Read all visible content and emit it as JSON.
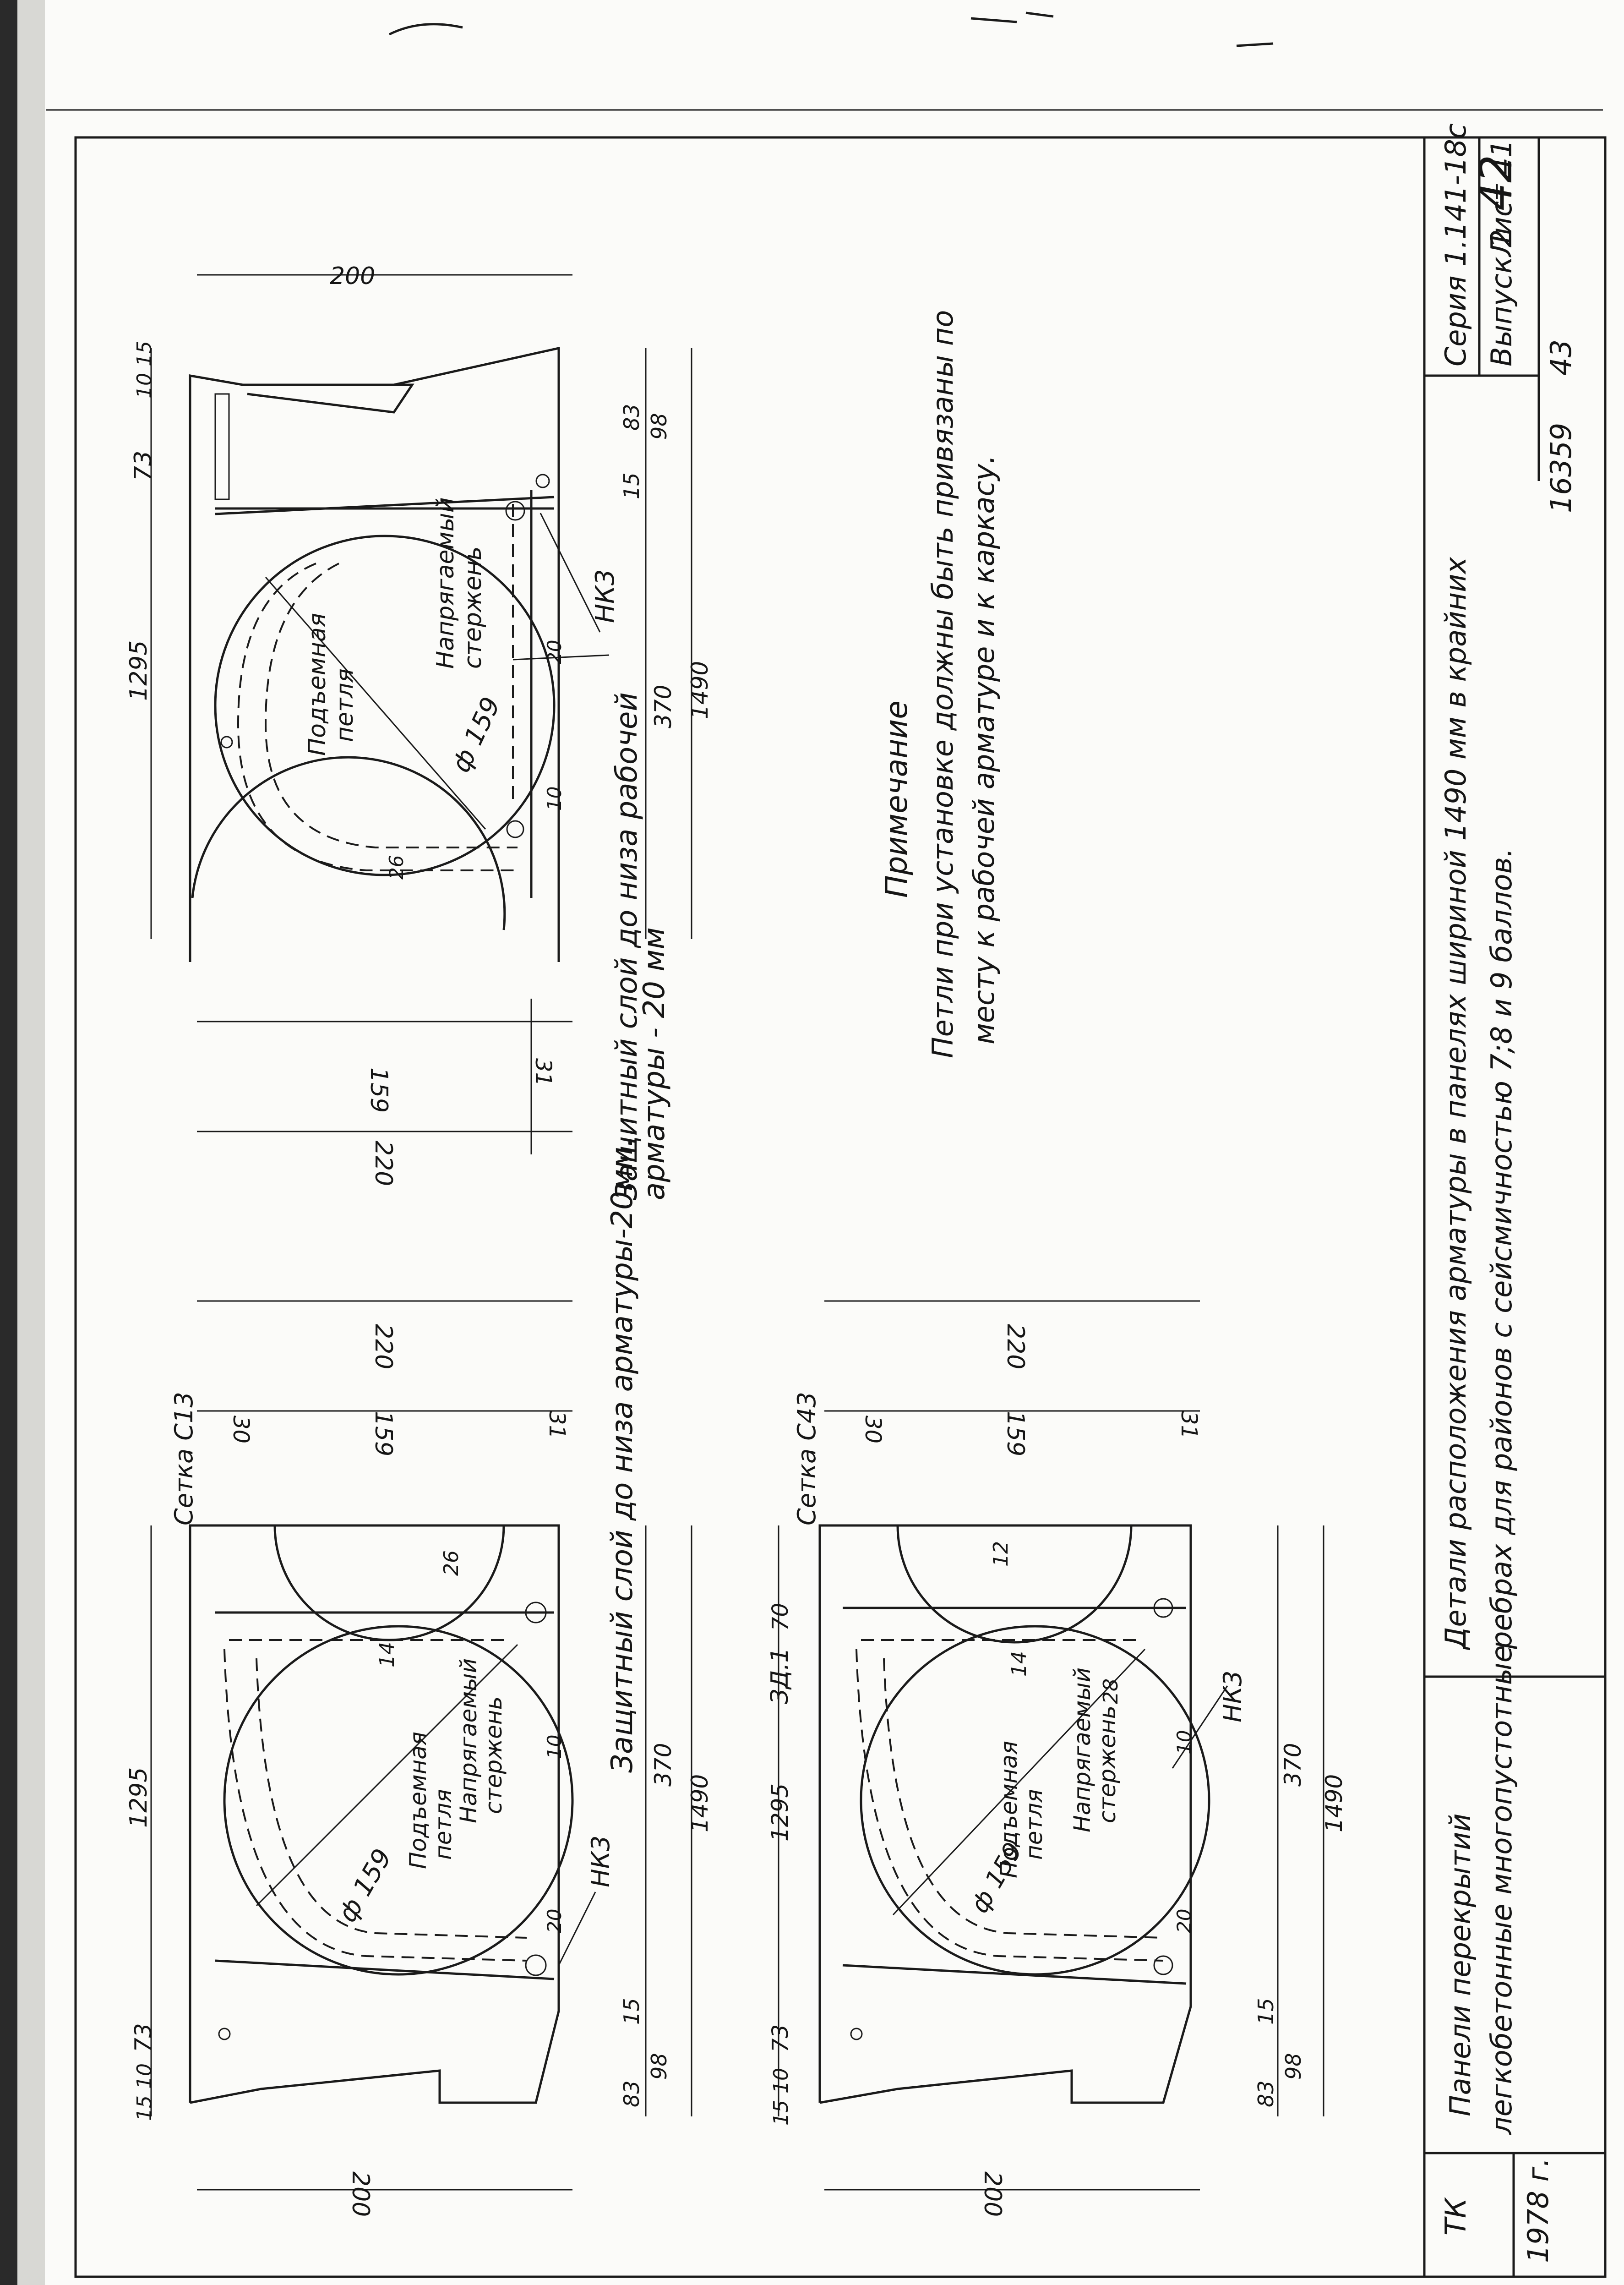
{
  "sheet": {
    "page_number": "42",
    "copy_number": "16359",
    "copy_suffix": "43"
  },
  "title_block": {
    "org": "ТК",
    "year": "1978 г.",
    "subject_line1": "Панели перекрытий",
    "subject_line2": "легкобетонные многопустотные",
    "title_line1": "Детали расположения арматуры в панелях шириной 1490 мм в крайних",
    "title_line2": "ребрах для районов с сейсмичностью 7;8 и 9 баллов.",
    "series": "Серия 1.141-18с",
    "issue": "Выпуск 2",
    "sheet_label": "Лист 41"
  },
  "note": {
    "heading": "Примечание",
    "line1": "Петли при установке должны быть привязаны по",
    "line2": "месту к рабочей арматуре и к каркасу."
  },
  "cover_notes": {
    "left": "Защитный слой до низа арматуры-20мм.",
    "right_line1": "Защитный слой до низа рабочей",
    "right_line2": "арматуры - 20 мм"
  },
  "labels": {
    "lifting_loop": "Подъемная",
    "lifting_loop2": "петля",
    "tensioned_bar": "Напрягаемый",
    "tensioned_bar2": "стержень",
    "frame": "НК3",
    "mesh_13": "Сетка С13",
    "mesh_43": "Сетка С43",
    "embedded": "ЗД.1",
    "diameter": "ф 159"
  },
  "dimensions": {
    "d200": "200",
    "d220": "220",
    "d159": "159",
    "d30": "30",
    "d31": "31",
    "d1295": "1295",
    "d370": "370",
    "d1490": "1490",
    "d73": "73",
    "d15": "15",
    "d10": "10",
    "d83": "83",
    "d98": "98",
    "d14": "14",
    "d12": "12",
    "d26": "26",
    "d28": "28",
    "d20": "20",
    "d70": "70"
  }
}
